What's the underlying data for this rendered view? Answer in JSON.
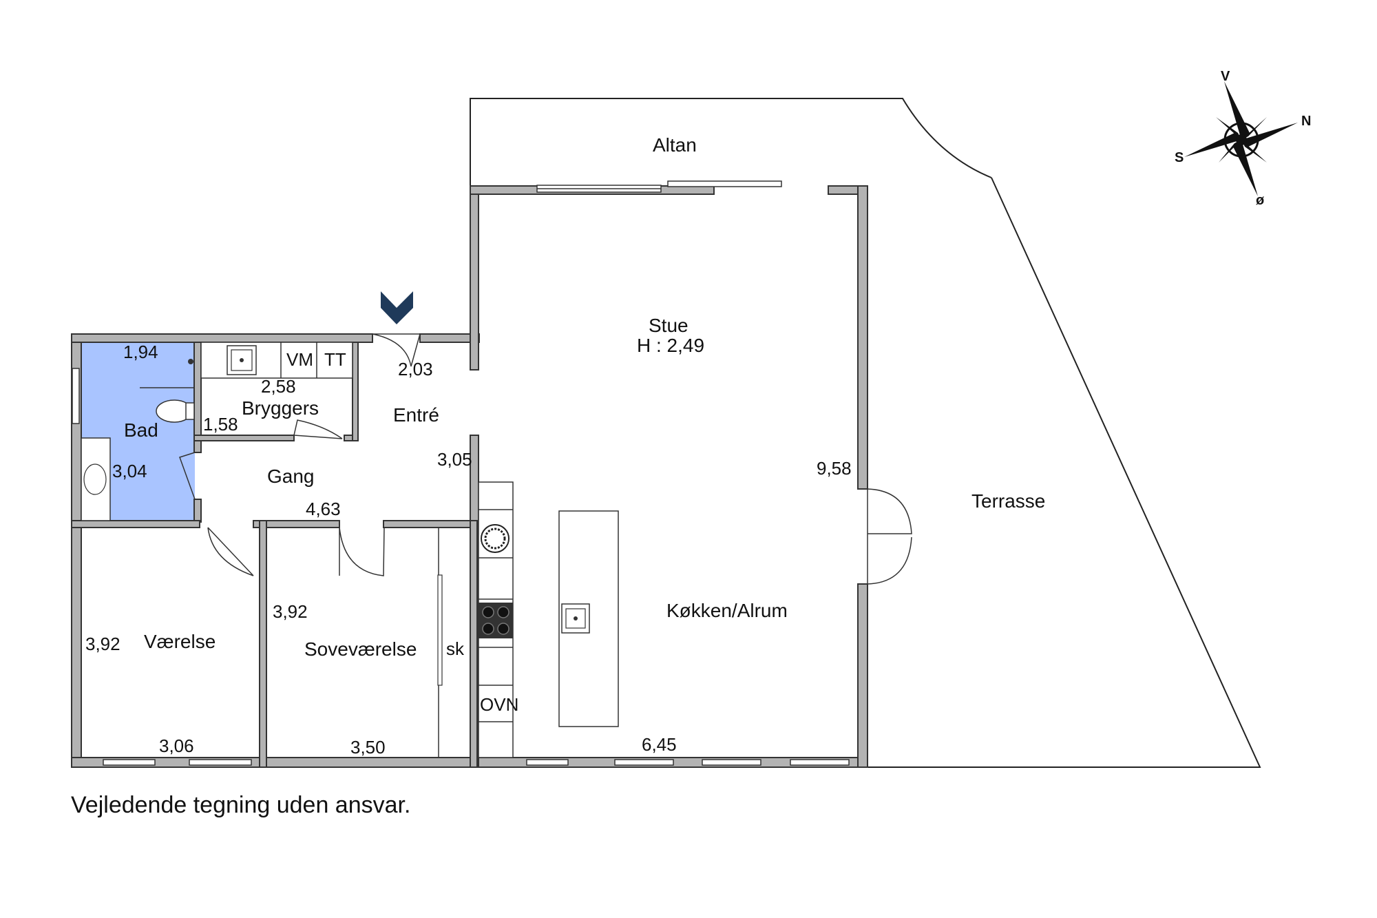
{
  "disclaimer": "Vejledende tegning uden ansvar.",
  "colors": {
    "bad_fill": "#a9c4ff",
    "wall": "#b3b3b3",
    "entry_marker": "#1f3a5a"
  },
  "rooms": {
    "altan": "Altan",
    "stue": "Stue",
    "stue_height": "H : 2,49",
    "entre": "Entré",
    "bryggers": "Bryggers",
    "bad": "Bad",
    "gang": "Gang",
    "vaerelse": "Værelse",
    "sovevaerelse": "Soveværelse",
    "kokken": "Køkken/Alrum",
    "terrasse": "Terrasse"
  },
  "fixtures": {
    "vm": "VM",
    "tt": "TT",
    "sk": "sk",
    "ovn": "OVN"
  },
  "dimensions": {
    "bad_width": "1,94",
    "bad_length": "3,04",
    "bryggers_width": "2,58",
    "bryggers_length": "1,58",
    "entre_width": "2,03",
    "entre_length": "3,05",
    "gang_width": "4,63",
    "stue_length": "9,58",
    "kokken_width": "6,45",
    "vaerelse_length": "3,92",
    "vaerelse_width": "3,06",
    "sove_length": "3,92",
    "sove_width": "3,50"
  },
  "compass": {
    "north": "N",
    "south": "S",
    "west": "V",
    "east": "ø"
  }
}
